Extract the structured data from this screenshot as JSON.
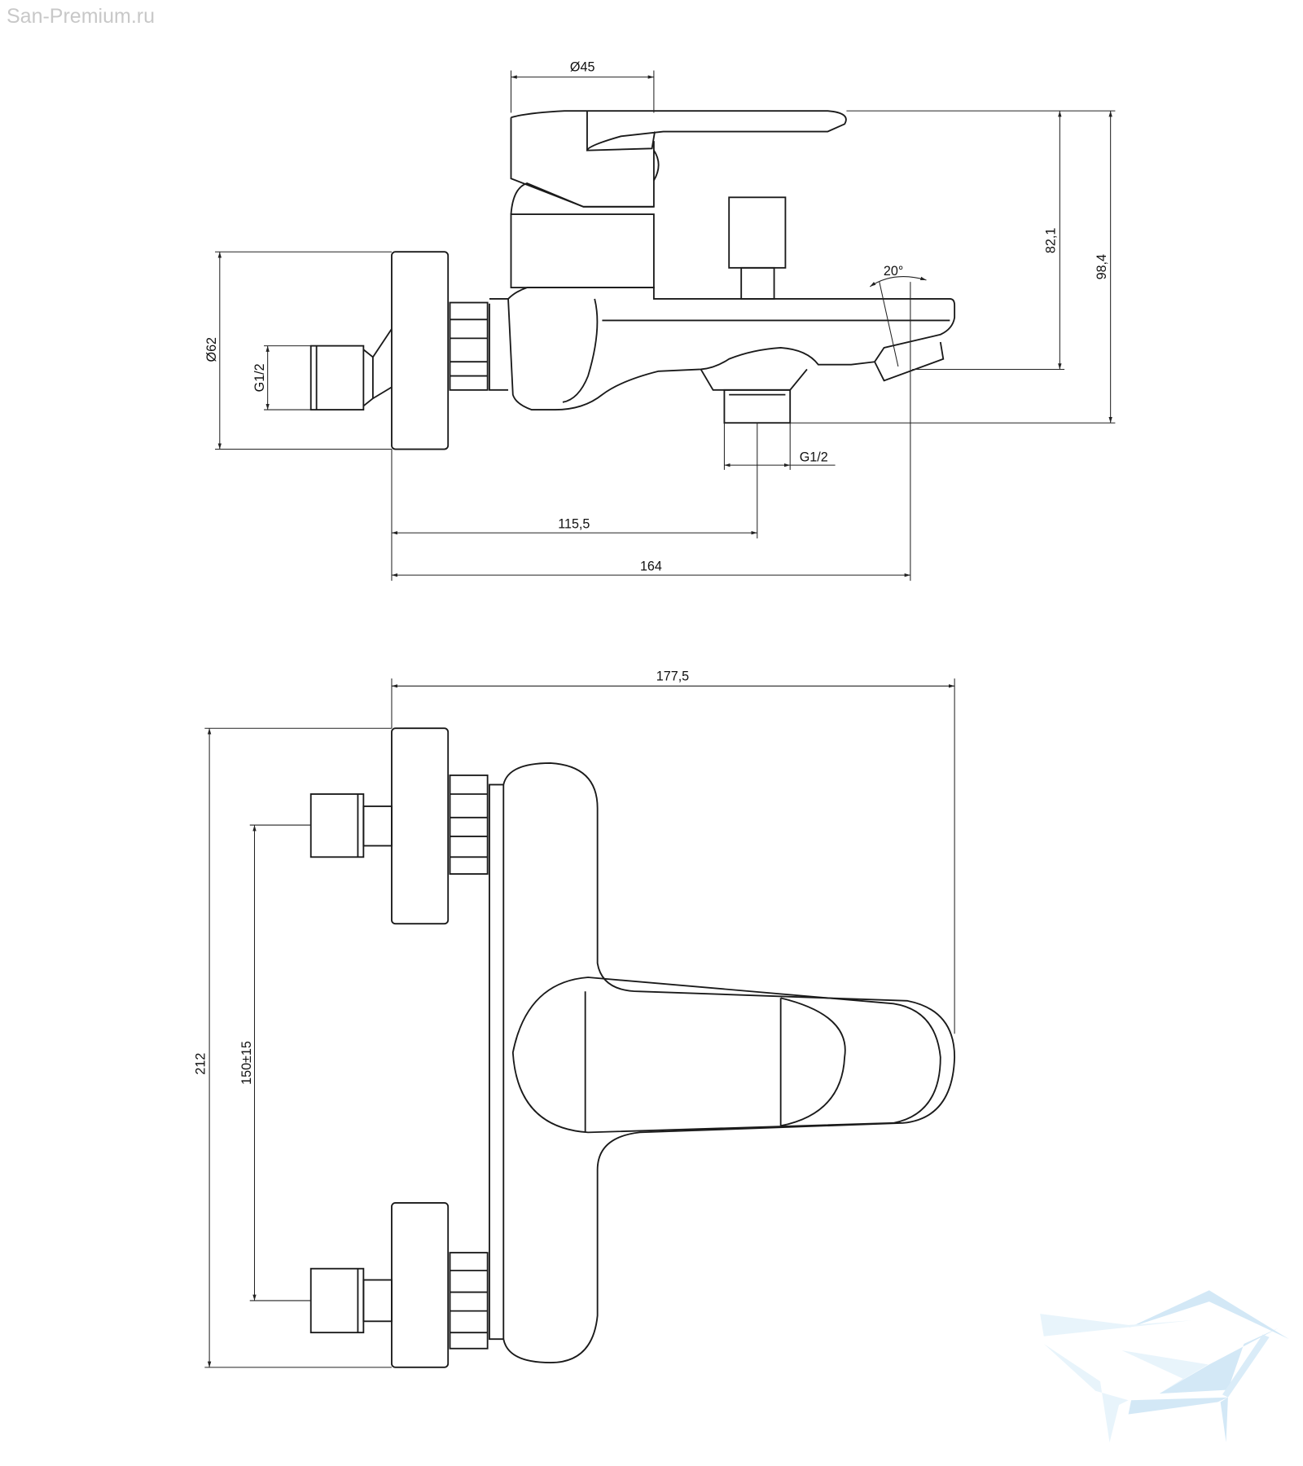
{
  "watermark": "San-Premium.ru",
  "side_view": {
    "dims": {
      "handle_diameter": "Ø45",
      "flange_diameter": "Ø62",
      "inlet_thread": "G1/2",
      "outlet_thread": "G1/2",
      "spout_angle": "20°",
      "height_to_spout": "82,1",
      "height_total": "98,4",
      "outlet_distance": "115,5",
      "spout_reach": "164"
    }
  },
  "top_view": {
    "dims": {
      "overall_length": "177,5",
      "overall_width": "212",
      "inlet_spacing": "150±15"
    }
  },
  "colors": {
    "line": "#1a1a1a",
    "watermark": "#c8c8c8",
    "logo": "#cfe6f6"
  }
}
